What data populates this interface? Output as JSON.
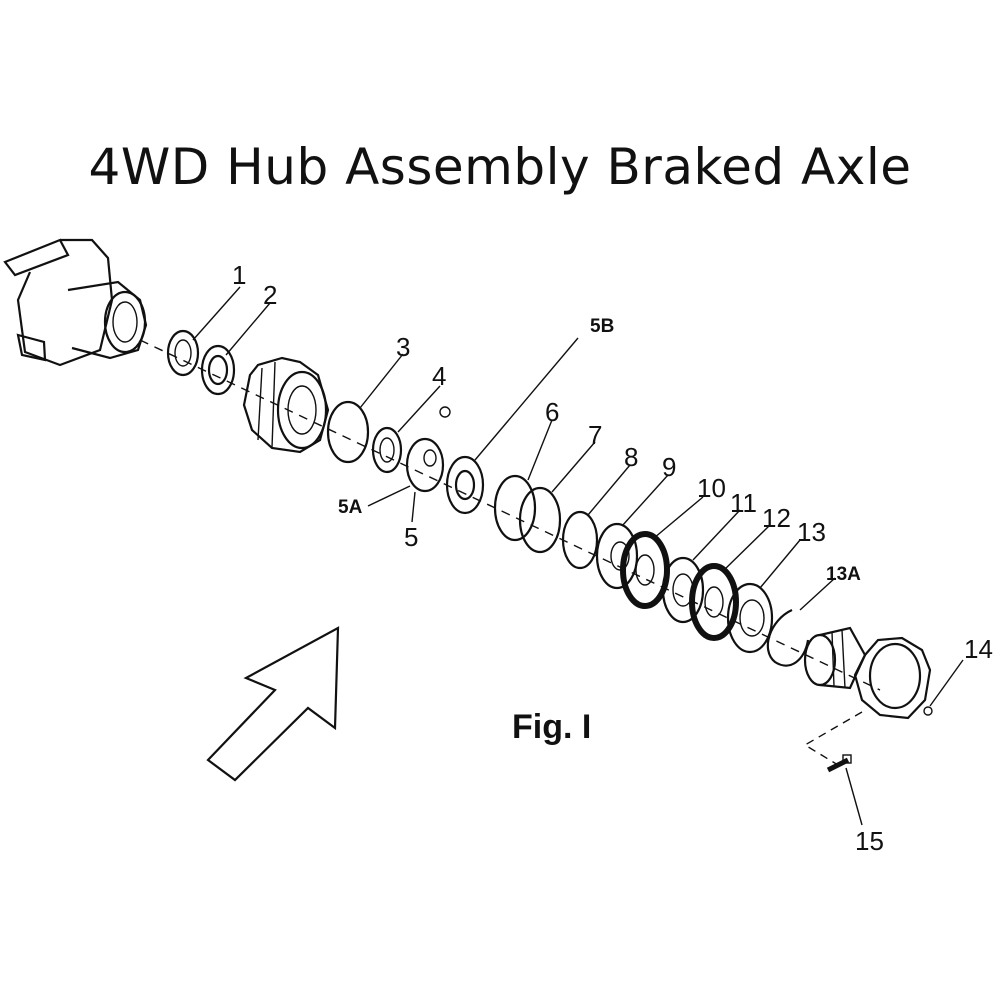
{
  "title": "4WD Hub Assembly Braked Axle",
  "figure_label": "Fig. I",
  "callouts": [
    "1",
    "2",
    "3",
    "4",
    "5A",
    "5",
    "5B",
    "6",
    "7",
    "8",
    "9",
    "10",
    "11",
    "12",
    "13",
    "13A",
    "14",
    "15"
  ],
  "colors": {
    "ink": "#111111",
    "background": "#ffffff"
  }
}
